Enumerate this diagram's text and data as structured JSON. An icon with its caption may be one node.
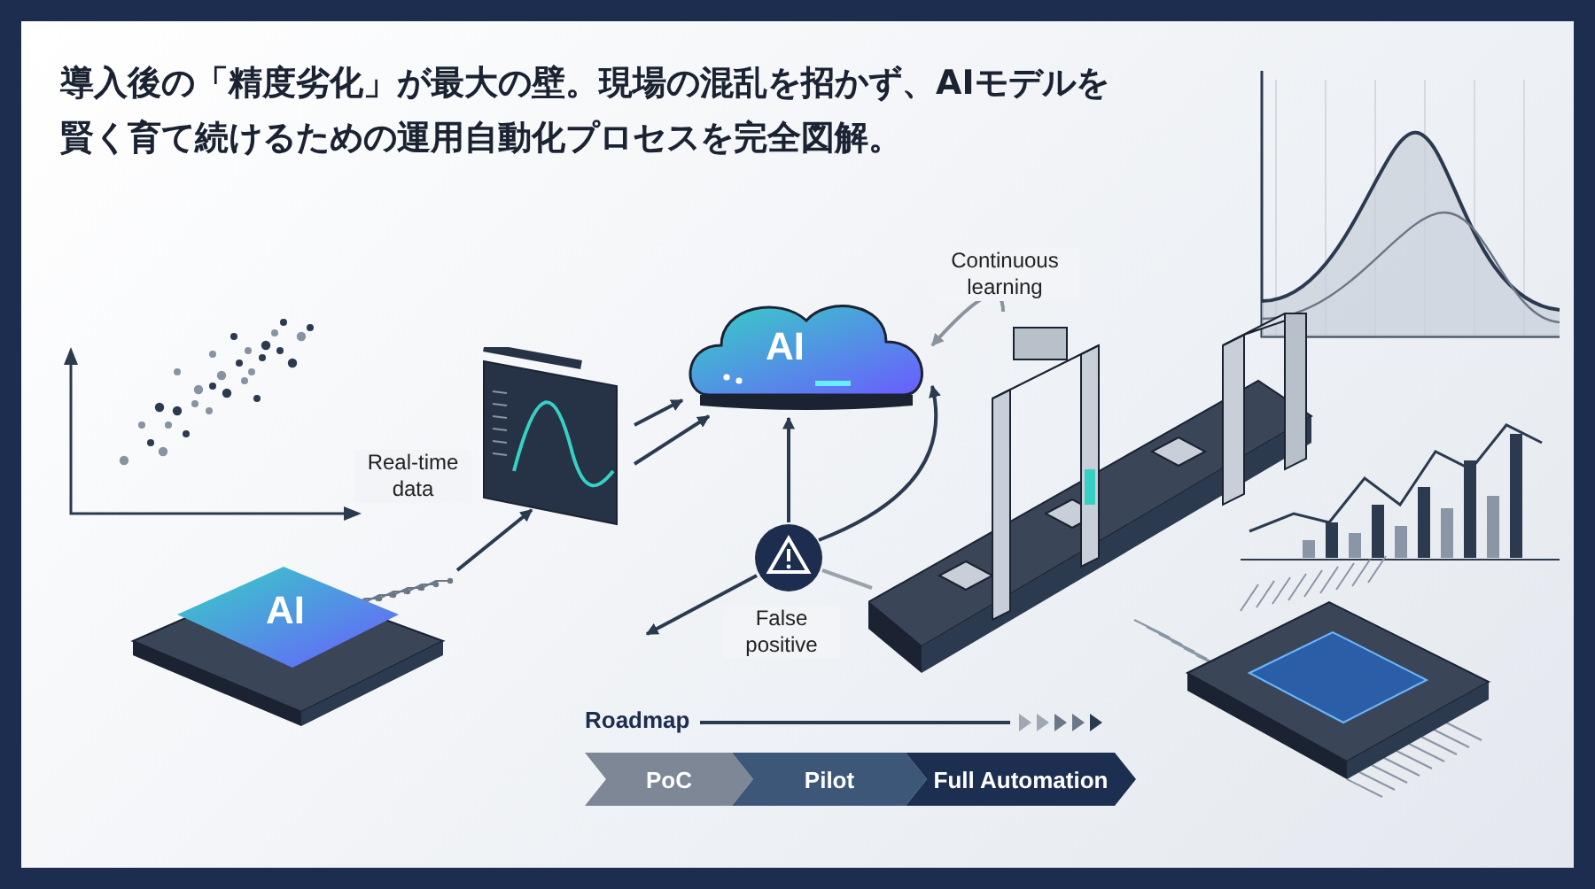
{
  "diagram": {
    "title": "導入後の「精度劣化」が最大の壁。現場の混乱を招かず、AIモデルを賢く育て続けるための運用自動化プロセスを完全図解。",
    "nodes": [
      {
        "text": [
          "AI"
        ]
      },
      {
        "text": [],
        "shape": "picture"
      },
      {
        "text": [
          "AI"
        ]
      },
      {
        "text": [],
        "shape": "circle"
      },
      {
        "text": [],
        "shape": "picture"
      },
      {
        "text": [
          "PoC"
        ]
      },
      {
        "text": [
          "Pilot"
        ]
      },
      {
        "text": [
          "Full Automation"
        ]
      }
    ],
    "edges": [
      {
        "from": 0,
        "to": 1,
        "arrow": "to",
        "label": "Real-time data"
      },
      {
        "from": 1,
        "to": 2,
        "arrow": "to"
      },
      {
        "from": 1,
        "to": 2,
        "arrow": "to"
      },
      {
        "from": 3,
        "to": 2,
        "arrow": "to"
      },
      {
        "from": 3,
        "to": 2,
        "arrow": "to"
      },
      {
        "from": 4,
        "to": 3,
        "arrow": "none",
        "color": "#9aa3ad"
      },
      {
        "from": 3,
        "to": null,
        "arrow": "to",
        "label": "False positive"
      },
      {
        "from": 4,
        "to": 2,
        "arrow": "to",
        "label": "Continuous learning",
        "color": "#8a939d"
      }
    ],
    "labels": [
      "Roadmap"
    ]
  }
}
